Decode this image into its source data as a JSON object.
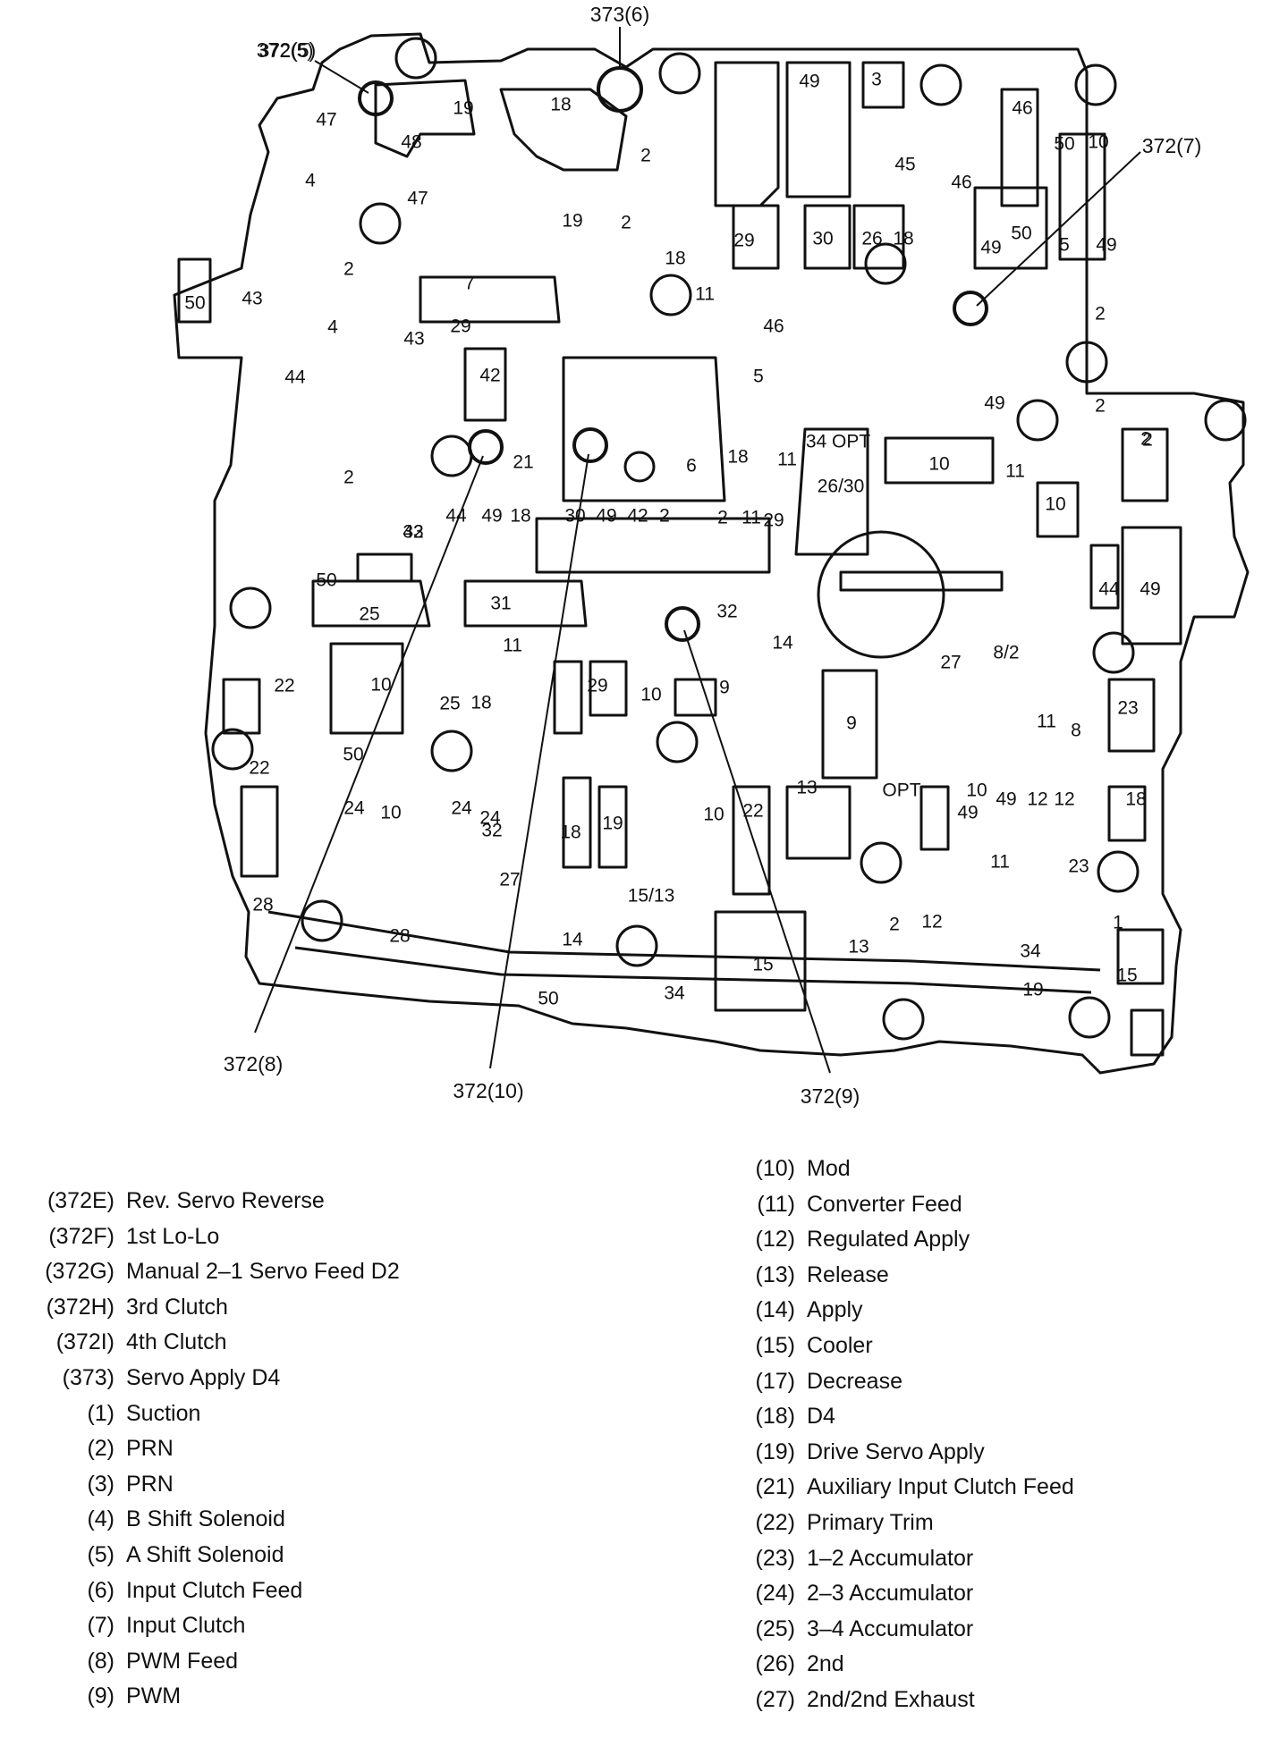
{
  "callouts": [
    {
      "id": "372-5",
      "text": "372(5)"
    },
    {
      "id": "373-6",
      "text": "373(6)"
    },
    {
      "id": "372-7",
      "text": "372(7)"
    },
    {
      "id": "372-8",
      "text": "372(8)"
    },
    {
      "id": "372-10",
      "text": "372(10)"
    },
    {
      "id": "372-9",
      "text": "372(9)"
    }
  ],
  "passage_numbers": [
    "372(5)",
    "47",
    "48",
    "19",
    "18",
    "2",
    "49",
    "3",
    "46",
    "50",
    "10",
    "4",
    "47",
    "19",
    "2",
    "2",
    "45",
    "46",
    "29",
    "30",
    "26",
    "18",
    "49",
    "50",
    "5",
    "49",
    "2",
    "18",
    "11",
    "50",
    "43",
    "7",
    "4",
    "29",
    "43",
    "46",
    "2",
    "44",
    "42",
    "5",
    "49",
    "2",
    "2",
    "21",
    "6",
    "18",
    "11",
    "34 OPT",
    "26/30",
    "10",
    "11",
    "10",
    "2",
    "43",
    "44",
    "49",
    "18",
    "30",
    "49",
    "42",
    "2",
    "2",
    "11",
    "29",
    "32",
    "50",
    "25",
    "31",
    "11",
    "32",
    "14",
    "27",
    "8/2",
    "49",
    "44",
    "22",
    "10",
    "25",
    "18",
    "29",
    "10",
    "9",
    "9",
    "11",
    "8",
    "23",
    "22",
    "50",
    "13",
    "OPT",
    "10",
    "49",
    "49",
    "12",
    "12",
    "18",
    "10",
    "24",
    "24",
    "18",
    "19",
    "10",
    "22",
    "24",
    "32",
    "27",
    "15/13",
    "11",
    "23",
    "28",
    "28",
    "14",
    "12",
    "2",
    "13",
    "34",
    "1",
    "15",
    "19",
    "34",
    "15",
    "50"
  ],
  "legend_left": [
    {
      "code": "(372E)",
      "label": "Rev. Servo Reverse"
    },
    {
      "code": "(372F)",
      "label": "1st Lo-Lo"
    },
    {
      "code": "(372G)",
      "label": "Manual 2–1 Servo Feed D2"
    },
    {
      "code": "(372H)",
      "label": "3rd Clutch"
    },
    {
      "code": "(372I)",
      "label": "4th Clutch"
    },
    {
      "code": "(373)",
      "label": "Servo Apply D4"
    },
    {
      "code": "(1)",
      "label": "Suction"
    },
    {
      "code": "(2)",
      "label": "PRN"
    },
    {
      "code": "(3)",
      "label": "PRN"
    },
    {
      "code": "(4)",
      "label": "B Shift Solenoid"
    },
    {
      "code": "(5)",
      "label": "A Shift Solenoid"
    },
    {
      "code": "(6)",
      "label": "Input Clutch Feed"
    },
    {
      "code": "(7)",
      "label": "Input Clutch"
    },
    {
      "code": "(8)",
      "label": "PWM Feed"
    },
    {
      "code": "(9)",
      "label": "PWM"
    }
  ],
  "legend_right": [
    {
      "code": "(10)",
      "label": "Mod"
    },
    {
      "code": "(11)",
      "label": "Converter Feed"
    },
    {
      "code": "(12)",
      "label": "Regulated Apply"
    },
    {
      "code": "(13)",
      "label": "Release"
    },
    {
      "code": "(14)",
      "label": "Apply"
    },
    {
      "code": "(15)",
      "label": "Cooler"
    },
    {
      "code": "(17)",
      "label": "Decrease"
    },
    {
      "code": "(18)",
      "label": "D4"
    },
    {
      "code": "(19)",
      "label": "Drive Servo Apply"
    },
    {
      "code": "(21)",
      "label": "Auxiliary Input Clutch Feed"
    },
    {
      "code": "(22)",
      "label": "Primary Trim"
    },
    {
      "code": "(23)",
      "label": "1–2 Accumulator"
    },
    {
      "code": "(24)",
      "label": "2–3 Accumulator"
    },
    {
      "code": "(25)",
      "label": "3–4 Accumulator"
    },
    {
      "code": "(26)",
      "label": "2nd"
    },
    {
      "code": "(27)",
      "label": "2nd/2nd Exhaust"
    }
  ]
}
